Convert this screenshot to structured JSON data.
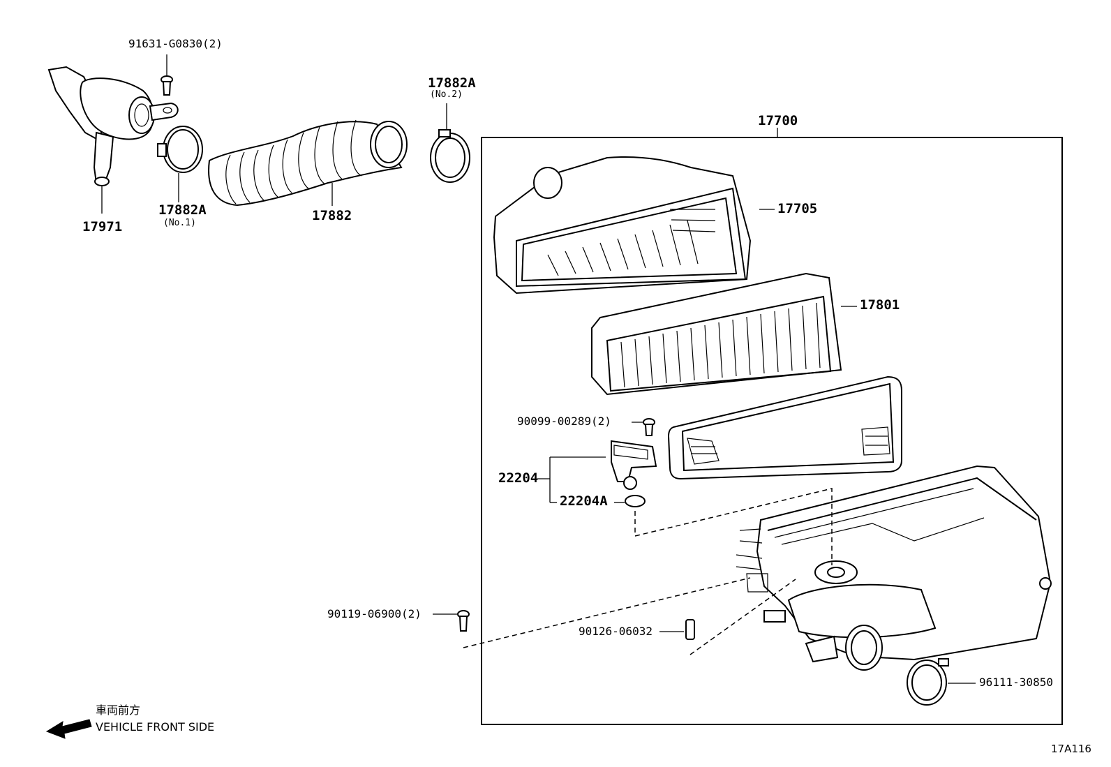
{
  "labels": {
    "part_91631": "91631-G0830(2)",
    "part_17882A_no2": "17882A",
    "part_17882A_no2_sub": "(No.2)",
    "part_17700": "17700",
    "part_17705": "17705",
    "part_17971": "17971",
    "part_17882A_no1": "17882A",
    "part_17882A_no1_sub": "(No.1)",
    "part_17882": "17882",
    "part_17801": "17801",
    "part_90099": "90099-00289(2)",
    "part_22204": "22204",
    "part_22204A": "22204A",
    "part_90119": "90119-06900(2)",
    "part_90126": "90126-06032",
    "part_96111": "96111-30850",
    "front_jp": "車両前方",
    "front_en": "VEHICLE FRONT SIDE",
    "figure_code": "17A116"
  }
}
